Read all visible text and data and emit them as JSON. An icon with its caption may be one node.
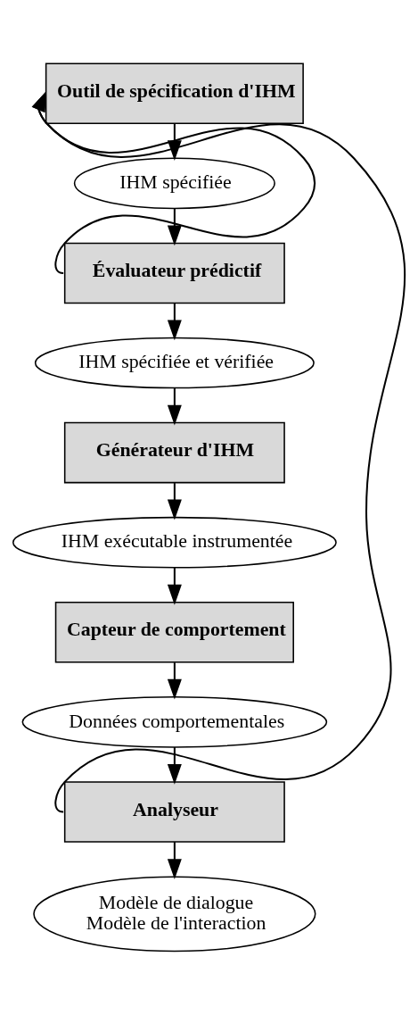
{
  "diagram": {
    "nodes": [
      {
        "text": [
          "Outil de spécification d'IHM"
        ]
      },
      {
        "text": [
          "IHM spécifiée"
        ]
      },
      {
        "text": [
          "Évaluateur prédictif"
        ]
      },
      {
        "text": [
          "IHM spécifiée et vérifiée"
        ]
      },
      {
        "text": [
          "Générateur d'IHM"
        ]
      },
      {
        "text": [
          "IHM exécutable instrumentée"
        ]
      },
      {
        "text": [
          "Capteur de comportement"
        ]
      },
      {
        "text": [
          "Données comportementales"
        ]
      },
      {
        "text": [
          "Analyseur"
        ]
      },
      {
        "text": [
          "Modèle de dialogue",
          "Modèle de l'interaction"
        ]
      }
    ],
    "edges": [
      {
        "from": 0,
        "to": 1,
        "arrow": "to"
      },
      {
        "from": 1,
        "to": 2,
        "arrow": "to"
      },
      {
        "from": 2,
        "to": 3,
        "arrow": "to"
      },
      {
        "from": 3,
        "to": 4,
        "arrow": "to"
      },
      {
        "from": 4,
        "to": 5,
        "arrow": "to"
      },
      {
        "from": 5,
        "to": 6,
        "arrow": "to"
      },
      {
        "from": 6,
        "to": 7,
        "arrow": "to"
      },
      {
        "from": 7,
        "to": 8,
        "arrow": "to"
      },
      {
        "from": 8,
        "to": 9,
        "arrow": "to"
      },
      {
        "from": 2,
        "to": 0,
        "arrow": "to"
      },
      {
        "from": 8,
        "to": 0,
        "arrow": "to"
      }
    ]
  }
}
